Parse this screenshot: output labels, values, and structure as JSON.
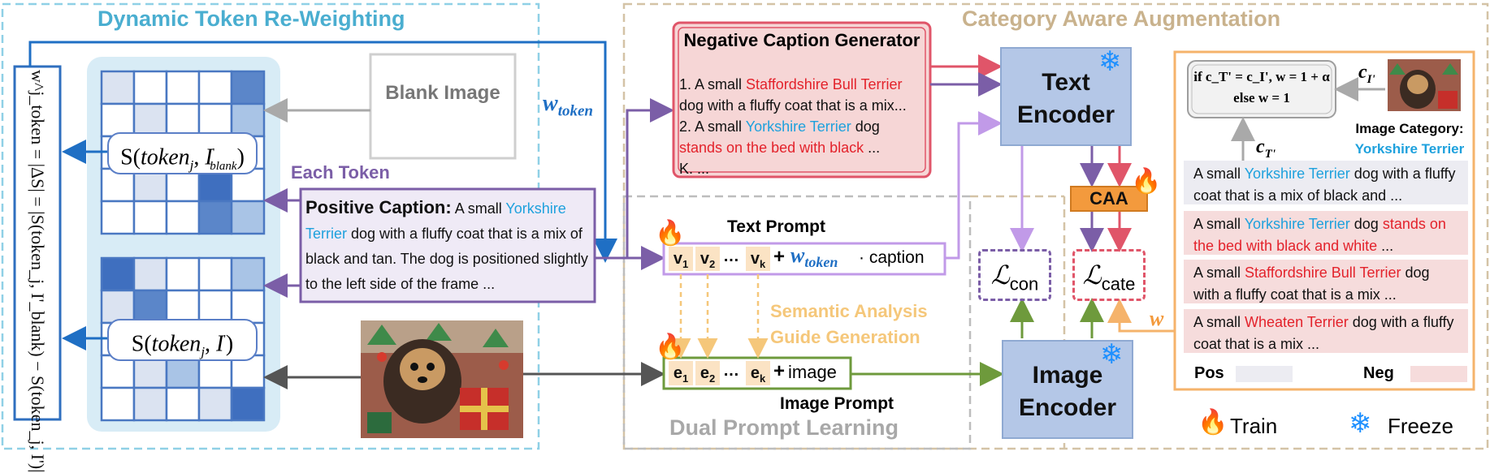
{
  "titles": {
    "dtr": "Dynamic Token Re-Weighting",
    "caa": "Category Aware Augmentation",
    "dpl": "Dual Prompt Learning"
  },
  "blank_image": "Blank Image",
  "each_token": "Each Token",
  "w_token_label": "w",
  "w_token_sub": "token",
  "sim_blank": {
    "S": "S(",
    "token": "token",
    "j": "j",
    "comma": ", ",
    "I": "I",
    "sup": "'",
    "blank": "blank",
    "close": ")"
  },
  "sim_img": {
    "S": "S(",
    "token": "token",
    "j": "j",
    "comma": ", ",
    "I": "I",
    "sup": "'",
    "close": ")"
  },
  "weight_formula": "w^j_token = |ΔS| = |S(token_j, I'_blank) − S(token_j, I')|",
  "positive_caption": {
    "label": "Positive Caption:",
    "pre": " A small ",
    "breed": "Yorkshire Terrier",
    "post": " dog with a fluffy coat that is a mix of black and tan. The dog is positioned slightly to the left side of the frame ..."
  },
  "negative_generator": {
    "title": "Negative Caption Generator",
    "l1_pre": "1. A small ",
    "l1_red": "Staffordshire Bull Terrier",
    "l1_post": " dog with a fluffy coat that is a mix...",
    "l2_pre": "2. A small ",
    "l2_blue": "Yorkshire Terrier",
    "l2_post": " dog ",
    "l2_red": "stands on the bed with black",
    "l2_end": " ...",
    "l3": "K. ..."
  },
  "text_prompt": {
    "title": "Text Prompt",
    "v1": "v",
    "v2": "v",
    "vk": "v",
    "s1": "1",
    "s2": "2",
    "sk": "k",
    "dots": "…",
    "plus": "+",
    "caption": "· caption"
  },
  "image_prompt": {
    "title": "Image Prompt",
    "e1": "e",
    "e2": "e",
    "ek": "e",
    "dots": "…",
    "plus": "+",
    "image": "image"
  },
  "semantic_guide": {
    "line1": "Semantic Analysis",
    "line2": "Guide Generation"
  },
  "text_encoder": "Text Encoder",
  "image_encoder": "Image Encoder",
  "caa_block": "CAA",
  "loss_con": {
    "L": "ℒ",
    "sub": "con"
  },
  "loss_cate": {
    "L": "ℒ",
    "sub": "cate"
  },
  "w_label": "w",
  "rule": {
    "line1": "if c_T' = c_I', w = 1 + α",
    "line2": "else w = 1"
  },
  "c_I": {
    "c": "c",
    "sub": "I'"
  },
  "c_T": {
    "c": "c",
    "sub": "T'"
  },
  "image_category_label": "Image Category:",
  "image_category_value": "Yorkshire Terrier",
  "caption_list": [
    {
      "pre": "A small ",
      "blue": "Yorkshire Terrier",
      "post": " dog with a fluffy coat that is a mix of black and  ...",
      "red": "",
      "red_post": ""
    },
    {
      "pre": "A small ",
      "blue": "Yorkshire Terrier",
      "post": " dog ",
      "red": "stands on the bed with black and white",
      "red_post": " ..."
    },
    {
      "pre": " A small ",
      "red": "Staffordshire Bull Terrier",
      "post": " dog with a fluffy coat that is a mix ..."
    },
    {
      "pre": "A small ",
      "red": "Wheaten Terrier",
      "post": " dog with a fluffy coat that is a mix ..."
    }
  ],
  "legend": {
    "pos": "Pos",
    "neg": "Neg",
    "train": "Train",
    "freeze": "Freeze"
  },
  "icons": {
    "train": "flame-icon",
    "freeze": "snowflake-icon"
  },
  "colors": {
    "dtr_title": "#4aaed0",
    "caa_title": "#c9b28d",
    "dpl_title": "#a8a8a8",
    "purple": "#7b5ea7",
    "blue_arrow": "#1f6fc4",
    "red_arrow": "#e05569",
    "green": "#6e9a3c",
    "orange": "#f5a24b",
    "encoder": "#b4c7e7"
  }
}
